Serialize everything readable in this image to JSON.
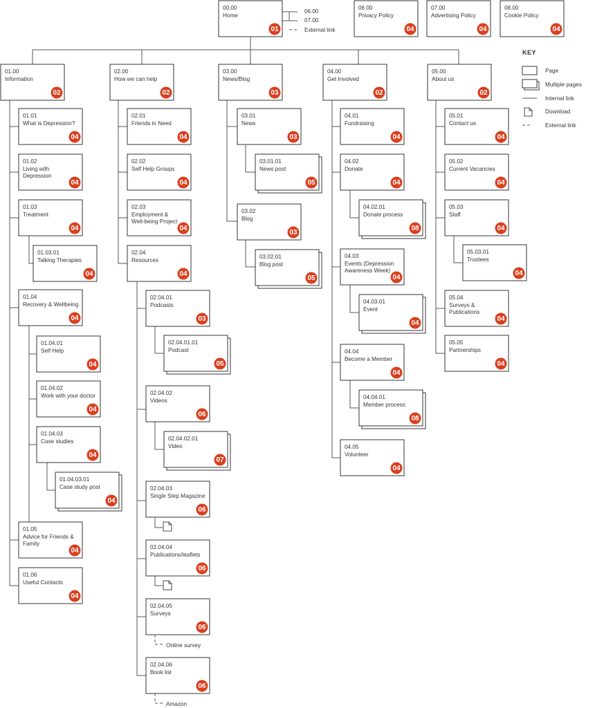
{
  "colors": {
    "badge": "#d8401f",
    "line": "#555555",
    "box_border": "#333333"
  },
  "home": {
    "code": "00.00",
    "label": "Home",
    "badge": "01"
  },
  "home_side": {
    "code_06": "06.00",
    "code_07": "07.00",
    "external_link": "External link"
  },
  "policies": [
    {
      "code": "06.00",
      "label": "Privacy Policy",
      "badge": "04"
    },
    {
      "code": "07.00",
      "label": "Advertising Policy",
      "badge": "04"
    },
    {
      "code": "08.00",
      "label": "Cookie Policy",
      "badge": "04"
    }
  ],
  "sections": [
    {
      "code": "01.00",
      "label": "Information",
      "badge": "02"
    },
    {
      "code": "02.00",
      "label": "How we can help",
      "badge": "02"
    },
    {
      "code": "03.00",
      "label": "News/Blog",
      "badge": "03"
    },
    {
      "code": "04.00",
      "label": "Get Involved",
      "badge": "02"
    },
    {
      "code": "05.00",
      "label": "About us",
      "badge": "02"
    }
  ],
  "information_pages": [
    {
      "code": "01.01",
      "label": "What is Depression?",
      "badge": "04"
    },
    {
      "code": "01.02",
      "label": "Living with Depression",
      "badge": "04"
    },
    {
      "code": "01.03",
      "label": "Treatment",
      "badge": "04"
    },
    {
      "code": "01.03.01",
      "label": "Talking Therapies",
      "badge": "04"
    },
    {
      "code": "01.04",
      "label": "Recovery & Wellbeing",
      "badge": "04"
    },
    {
      "code": "01.04.01",
      "label": "Self Help",
      "badge": "04"
    },
    {
      "code": "01.04.02",
      "label": "Work with your doctor",
      "badge": "04"
    },
    {
      "code": "01.04.03",
      "label": "Case studies",
      "badge": "04"
    },
    {
      "code": "01.04.03.01",
      "label": "Case study post",
      "badge": "04"
    },
    {
      "code": "01.05",
      "label": "Advice for Friends & Family",
      "badge": "04"
    },
    {
      "code": "01.06",
      "label": "Useful Contacts",
      "badge": "04"
    }
  ],
  "help_pages": [
    {
      "code": "02.01",
      "label": "Friends in Need",
      "badge": "04"
    },
    {
      "code": "02.02",
      "label": "Self Help Groups",
      "badge": "04"
    },
    {
      "code": "02.03",
      "label": "Employment & Well-being Project",
      "badge": "04"
    },
    {
      "code": "02.04",
      "label": "Resources",
      "badge": "04"
    },
    {
      "code": "02.04.01",
      "label": "Podcasts",
      "badge": "03"
    },
    {
      "code": "02.04.01.01",
      "label": "Podcast",
      "badge": "05"
    },
    {
      "code": "02.04.02",
      "label": "Videos",
      "badge": "06"
    },
    {
      "code": "02.04.02.01",
      "label": "Video",
      "badge": "07"
    },
    {
      "code": "02.04.03",
      "label": "Single Step Magazine",
      "badge": "06"
    },
    {
      "code": "02.04.04",
      "label": "Publications/leaflets",
      "badge": "06"
    },
    {
      "code": "02.04.05",
      "label": "Surveys",
      "badge": "06"
    },
    {
      "code": "02.04.06",
      "label": "Book list",
      "badge": "06"
    }
  ],
  "help_links": {
    "online_survey": "Online survey",
    "amazon": "Amazon"
  },
  "news_pages": [
    {
      "code": "03.01",
      "label": "News",
      "badge": "03"
    },
    {
      "code": "03.01.01",
      "label": "News post",
      "badge": "05"
    },
    {
      "code": "03.02",
      "label": "Blog",
      "badge": "03"
    },
    {
      "code": "03.02.01",
      "label": "Blog post",
      "badge": "05"
    }
  ],
  "involved_pages": [
    {
      "code": "04.01",
      "label": "Fundraising",
      "badge": "04"
    },
    {
      "code": "04.02",
      "label": "Donate",
      "badge": "04"
    },
    {
      "code": "04.02.01",
      "label": "Donate process",
      "badge": "08"
    },
    {
      "code": "04.03",
      "label": "Events (Depression Awareness Week)",
      "badge": "04"
    },
    {
      "code": "04.03.01",
      "label": "Event",
      "badge": "04"
    },
    {
      "code": "04.04",
      "label": "Become a Member",
      "badge": "04"
    },
    {
      "code": "04.04.01",
      "label": "Member process",
      "badge": "08"
    },
    {
      "code": "04.05",
      "label": "Volunteer",
      "badge": "04"
    }
  ],
  "about_pages": [
    {
      "code": "05.01",
      "label": "Contact us",
      "badge": "04"
    },
    {
      "code": "05.02",
      "label": "Current Vacancies",
      "badge": "04"
    },
    {
      "code": "05.03",
      "label": "Staff",
      "badge": "04"
    },
    {
      "code": "05.03.01",
      "label": "Trustees",
      "badge": "04"
    },
    {
      "code": "05.04",
      "label": "Surveys & Publications",
      "badge": "04"
    },
    {
      "code": "05.05",
      "label": "Partnerships",
      "badge": "04"
    }
  ],
  "key": {
    "title": "KEY",
    "page": "Page",
    "multiple_pages": "Multiple pages",
    "internal_link": "Internal link",
    "download": "Download",
    "external_link": "External link"
  }
}
